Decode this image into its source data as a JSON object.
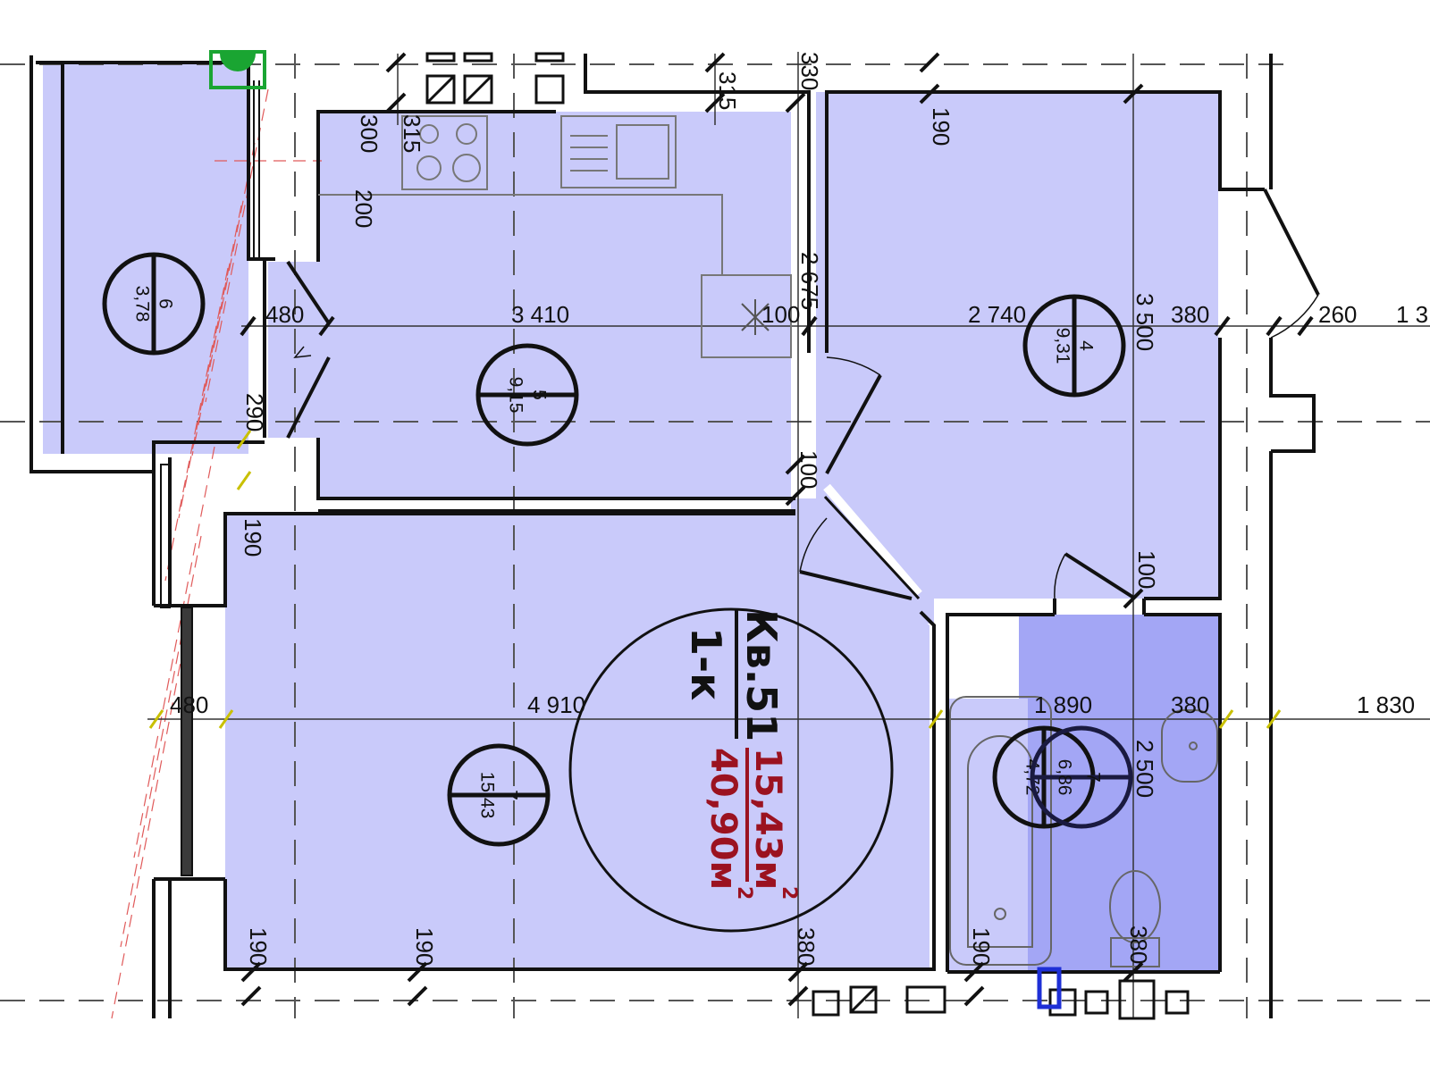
{
  "apartment": {
    "number_label": "Кв.51",
    "type_label": "1-к",
    "living_area": "15,43м",
    "total_area": "40,90м",
    "unit_power": "2"
  },
  "rooms": [
    {
      "number": "6",
      "area": "3,78"
    },
    {
      "number": "5",
      "area": "9,15"
    },
    {
      "number": "4",
      "area": "9,31"
    },
    {
      "number": "7",
      "area": "15,43"
    },
    {
      "number": "",
      "area": "4,72"
    },
    {
      "number": "7",
      "area": "6,86"
    }
  ],
  "dimensions": {
    "kitchen_width": "3 410",
    "room4_width": "2 740",
    "room4_depth": "3 500",
    "room7_width": "4 910",
    "bath_width": "1 890",
    "bath_depth": "2 500",
    "right_extent_bottom": "1 830",
    "right_extent_top": "1 3",
    "wall_380_a": "380",
    "wall_380_b": "380",
    "wall_380_c": "380",
    "wall_380_d": "380",
    "wall_480_a": "480",
    "wall_480_b": "480",
    "d_260": "260",
    "d_300": "300",
    "d_315": "315",
    "d_200": "200",
    "d_2675": "2 675",
    "d_100_a": "100",
    "d_100_b": "100",
    "d_100_c": "100",
    "d_290": "290",
    "d_190_a": "190",
    "d_190_b": "190",
    "d_190_c": "190",
    "d_190_d": "190",
    "d_190_e": "190",
    "d_315_top": "315",
    "d_330": "330"
  },
  "colors": {
    "room_fill": "#c9cafa",
    "bath_fill": "#a3a6f5",
    "wall": "#111111",
    "accent_red": "#9b1220",
    "marker_green": "#1aa532",
    "marker_blue": "#1e2fd6"
  }
}
